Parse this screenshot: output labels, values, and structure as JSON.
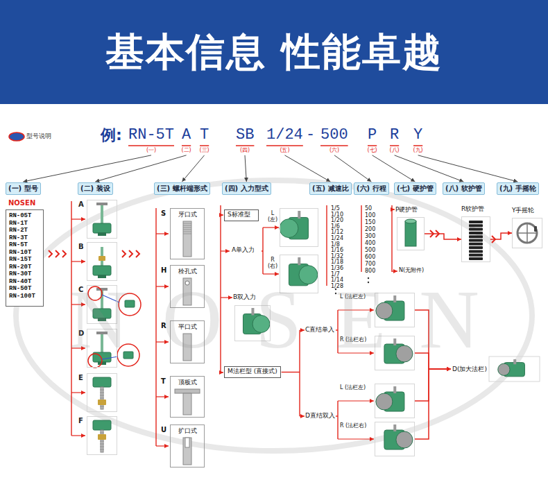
{
  "diagram": {
    "title": "基本信息 性能卓越",
    "nodes": [
      {
        "text": [
          "(一) 型号"
        ]
      },
      {
        "text": [
          "(二) 装设"
        ]
      },
      {
        "text": [
          "(三) 螺杆端形式"
        ]
      },
      {
        "text": [
          "(四) 入力型式"
        ]
      },
      {
        "text": [
          "(五) 减速比"
        ]
      },
      {
        "text": [
          "(六) 行程"
        ]
      },
      {
        "text": [
          "(七) 硬护管"
        ]
      },
      {
        "text": [
          "(八) 软护管"
        ]
      },
      {
        "text": [
          "(九) 手摇轮"
        ]
      },
      {
        "text": [
          "NOSEN",
          "RN-05T",
          "RN-1T",
          "RN-2T",
          "RN-3T",
          "RN-5T",
          "RN-10T",
          "RN-15T",
          "RN-20T",
          "RN-30T",
          "RN-40T",
          "RN-50T",
          "RN-100T"
        ]
      },
      {
        "text": [
          "A"
        ]
      },
      {
        "text": [
          "B"
        ]
      },
      {
        "text": [
          "C"
        ]
      },
      {
        "text": [
          "D"
        ]
      },
      {
        "text": [
          "E"
        ]
      },
      {
        "text": [
          "F"
        ]
      },
      {
        "text": [
          "S",
          "牙口式"
        ]
      },
      {
        "text": [
          "H",
          "栓孔式"
        ]
      },
      {
        "text": [
          "R",
          "平口式"
        ]
      },
      {
        "text": [
          "T",
          "顶板式"
        ]
      },
      {
        "text": [
          "U",
          "扩口式"
        ]
      },
      {
        "text": [
          "S标准型"
        ]
      },
      {
        "text": [
          "L (左)"
        ]
      },
      {
        "text": [
          "R (右)"
        ]
      },
      {
        "text": [
          "B双入力"
        ]
      },
      {
        "text": [
          "M法栏型 (直接式)"
        ]
      },
      {
        "text": [
          "L (法栏左)"
        ]
      },
      {
        "text": [
          "R (法栏右)"
        ]
      },
      {
        "text": [
          "L (法栏左)"
        ]
      },
      {
        "text": [
          "R (法栏右)"
        ]
      },
      {
        "text": [
          "D(加大法栏)"
        ]
      },
      {
        "text": [
          "P硬护管"
        ]
      },
      {
        "text": [
          "R软护管"
        ]
      },
      {
        "text": [
          "Y手摇轮"
        ]
      }
    ],
    "edges": [
      {
        "from": 26,
        "to": 30,
        "arrow": "to"
      },
      {
        "from": 27,
        "to": 30,
        "arrow": "to"
      },
      {
        "from": 28,
        "to": 30,
        "arrow": "to"
      },
      {
        "from": 29,
        "to": 30,
        "arrow": "to"
      },
      {
        "from": 31,
        "to": 32,
        "arrow": "to"
      },
      {
        "from": 32,
        "to": 33,
        "arrow": "to"
      }
    ],
    "labels": [
      "型号说明",
      "例:",
      "RN-5T",
      "A",
      "T",
      "SB",
      "1/24",
      "-",
      "500",
      "P",
      "R",
      "Y",
      "(一)",
      "(二)",
      "(三)",
      "(四)",
      "(五)",
      "(六)",
      "(七)",
      "(八)",
      "(九)",
      "A单入力",
      "C直结单入",
      "D直结双入",
      "1/5",
      "1/10",
      "1/20",
      "1/6",
      "1/12",
      "1/24",
      "1/8",
      "1/16",
      "1/32",
      "1/18",
      "1/36",
      "1/7",
      "1/14",
      "1/28",
      "50",
      "100",
      "150",
      "200",
      "300",
      "400",
      "500",
      "600",
      "700",
      "800",
      "N(无附件)",
      "NOSEN"
    ]
  }
}
